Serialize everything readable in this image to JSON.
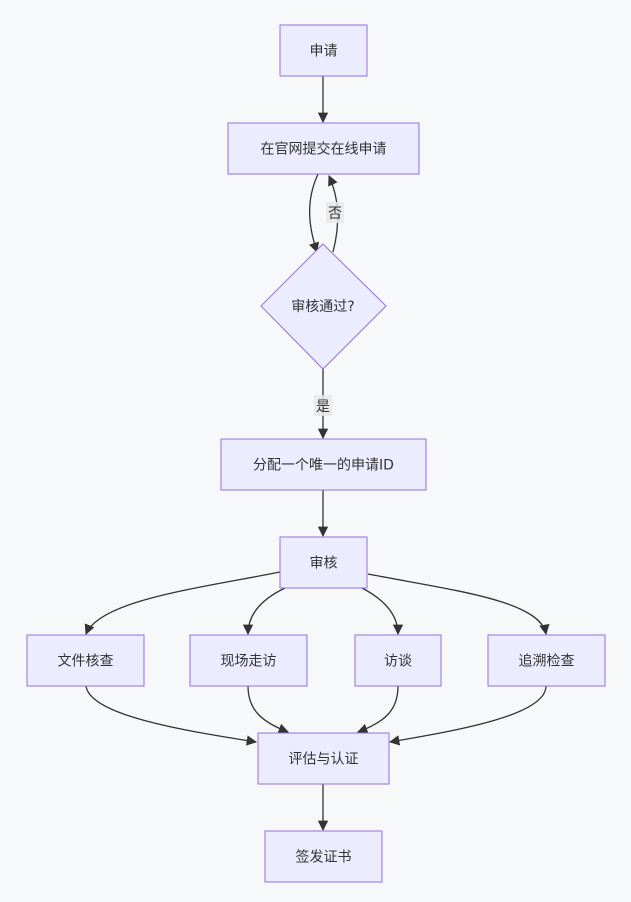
{
  "nodes": {
    "apply": "申请",
    "online": "在官网提交在线申请",
    "review_pass": "审核通过?",
    "assign_id": "分配一个唯一的申请ID",
    "audit": "审核",
    "doc_check": "文件核查",
    "site_visit": "现场走访",
    "interview": "访谈",
    "trace_check": "追溯检查",
    "evaluate": "评估与认证",
    "issue_cert": "签发证书"
  },
  "edge_labels": {
    "no": "否",
    "yes": "是"
  },
  "colors": {
    "node_fill": "#ececff",
    "node_stroke": "#9370db",
    "edge": "#333333",
    "background": "#f7f8fa"
  }
}
